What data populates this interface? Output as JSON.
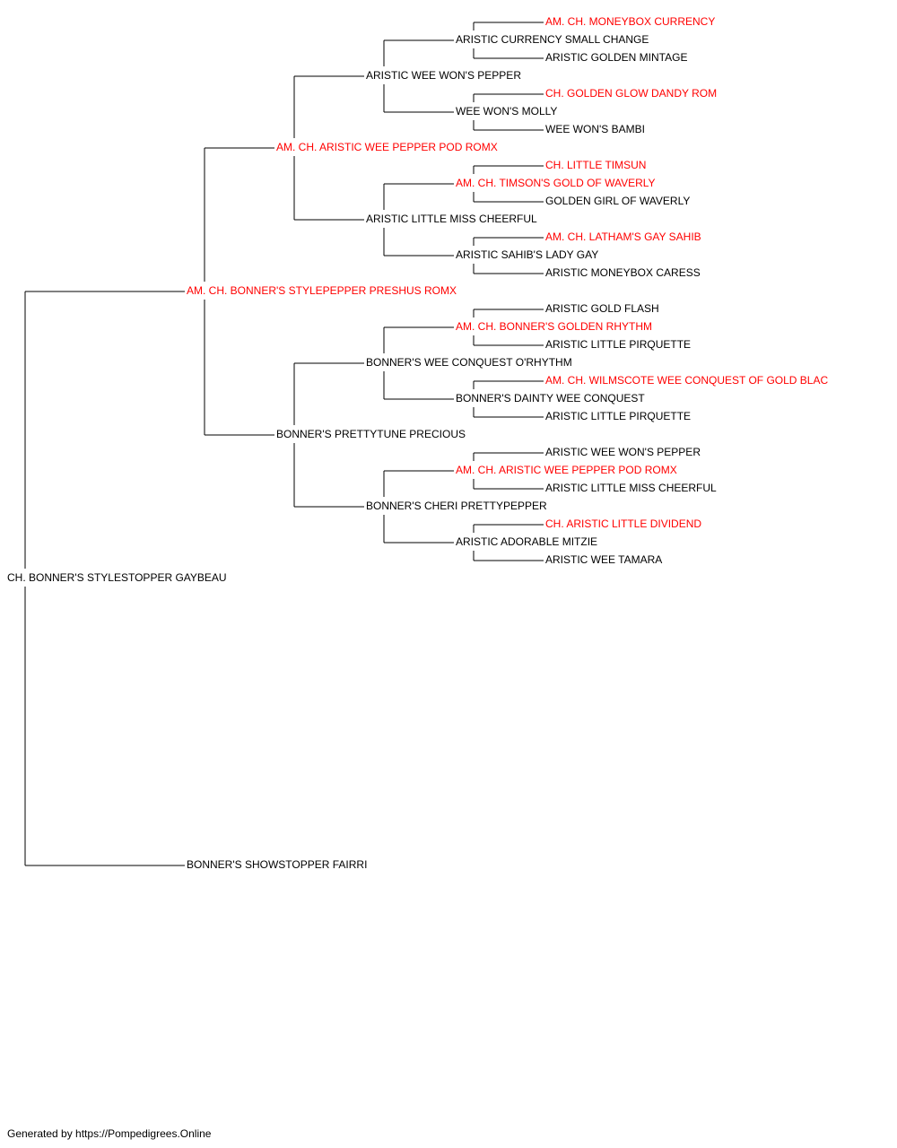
{
  "colors": {
    "champion": "#ff0000",
    "normal": "#000000",
    "line": "#000000"
  },
  "subject": {
    "name": "CH. BONNER'S STYLESTOPPER GAYBEAU",
    "champion": false
  },
  "sire": {
    "name": "AM. CH. BONNER'S STYLEPEPPER PRESHUS ROMX",
    "champion": true,
    "sire": {
      "name": "AM. CH. ARISTIC WEE PEPPER POD ROMX",
      "champion": true,
      "sire": {
        "name": "ARISTIC WEE WON'S PEPPER",
        "champion": false,
        "sire": {
          "name": "ARISTIC CURRENCY SMALL CHANGE",
          "champion": false,
          "sire": {
            "name": "AM. CH. MONEYBOX CURRENCY",
            "champion": true
          },
          "dam": {
            "name": "ARISTIC GOLDEN MINTAGE",
            "champion": false
          }
        },
        "dam": {
          "name": "WEE WON'S MOLLY",
          "champion": false,
          "sire": {
            "name": "CH. GOLDEN GLOW DANDY ROM",
            "champion": true
          },
          "dam": {
            "name": "WEE WON'S BAMBI",
            "champion": false
          }
        }
      },
      "dam": {
        "name": "ARISTIC LITTLE MISS CHEERFUL",
        "champion": false,
        "sire": {
          "name": "AM. CH. TIMSON'S GOLD OF WAVERLY",
          "champion": true,
          "sire": {
            "name": "CH. LITTLE TIMSUN",
            "champion": true
          },
          "dam": {
            "name": "GOLDEN GIRL OF WAVERLY",
            "champion": false
          }
        },
        "dam": {
          "name": "ARISTIC SAHIB'S LADY GAY",
          "champion": false,
          "sire": {
            "name": "AM. CH. LATHAM'S GAY SAHIB",
            "champion": true
          },
          "dam": {
            "name": "ARISTIC MONEYBOX CARESS",
            "champion": false
          }
        }
      }
    },
    "dam": {
      "name": "BONNER'S PRETTYTUNE PRECIOUS",
      "champion": false,
      "sire": {
        "name": "BONNER'S WEE CONQUEST O'RHYTHM",
        "champion": false,
        "sire": {
          "name": "AM. CH. BONNER'S GOLDEN RHYTHM",
          "champion": true,
          "sire": {
            "name": "ARISTIC GOLD FLASH",
            "champion": false
          },
          "dam": {
            "name": "ARISTIC LITTLE PIRQUETTE",
            "champion": false
          }
        },
        "dam": {
          "name": "BONNER'S DAINTY WEE CONQUEST",
          "champion": false,
          "sire": {
            "name": "AM. CH. WILMSCOTE WEE CONQUEST OF GOLD BLAC",
            "champion": true
          },
          "dam": {
            "name": "ARISTIC LITTLE PIRQUETTE",
            "champion": false
          }
        }
      },
      "dam": {
        "name": "BONNER'S CHERI PRETTYPEPPER",
        "champion": false,
        "sire": {
          "name": "AM. CH. ARISTIC WEE PEPPER POD ROMX",
          "champion": true,
          "sire": {
            "name": "ARISTIC WEE WON'S PEPPER",
            "champion": false
          },
          "dam": {
            "name": "ARISTIC LITTLE MISS CHEERFUL",
            "champion": false
          }
        },
        "dam": {
          "name": "ARISTIC ADORABLE MITZIE",
          "champion": false,
          "sire": {
            "name": "CH. ARISTIC LITTLE DIVIDEND",
            "champion": true
          },
          "dam": {
            "name": "ARISTIC WEE TAMARA",
            "champion": false
          }
        }
      }
    }
  },
  "dam": {
    "name": "BONNER'S SHOWSTOPPER FAIRRI",
    "champion": false
  },
  "footer": "Generated by https://Pompedigrees.Online"
}
